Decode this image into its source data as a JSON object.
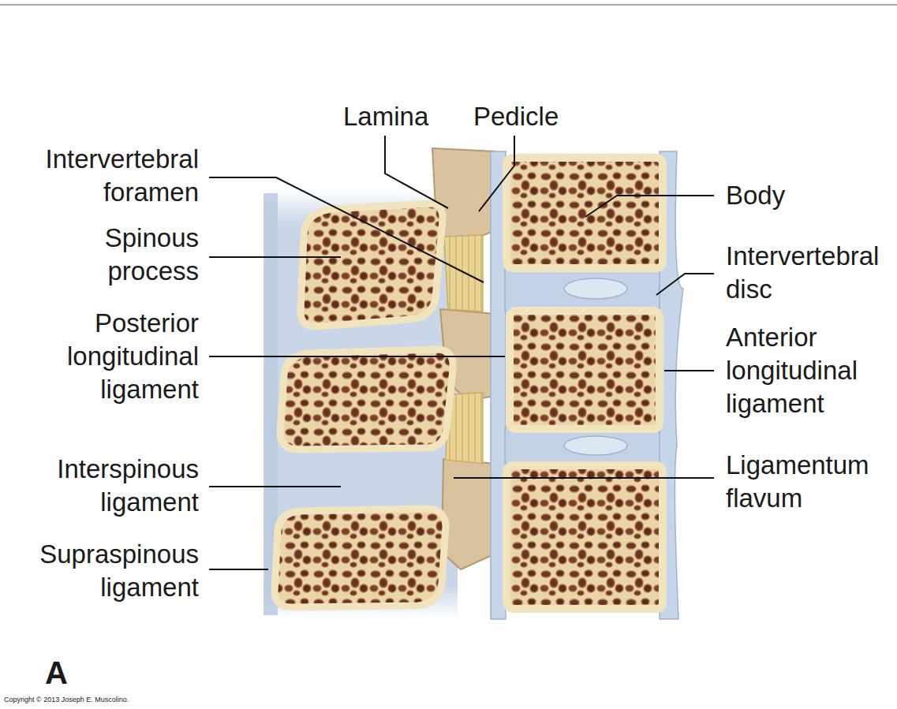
{
  "diagram": {
    "labels": [
      "Lamina",
      "Pedicle",
      "Intervertebral foramen",
      "Spinous process",
      "Posterior longitudinal ligament",
      "Interspinous ligament",
      "Supraspinous ligament",
      "Body",
      "Intervertebral disc",
      "Anterior longitudinal ligament",
      "Ligamentum flavum",
      "A",
      "Copyright © 2013 Joseph E. Muscolino."
    ]
  }
}
